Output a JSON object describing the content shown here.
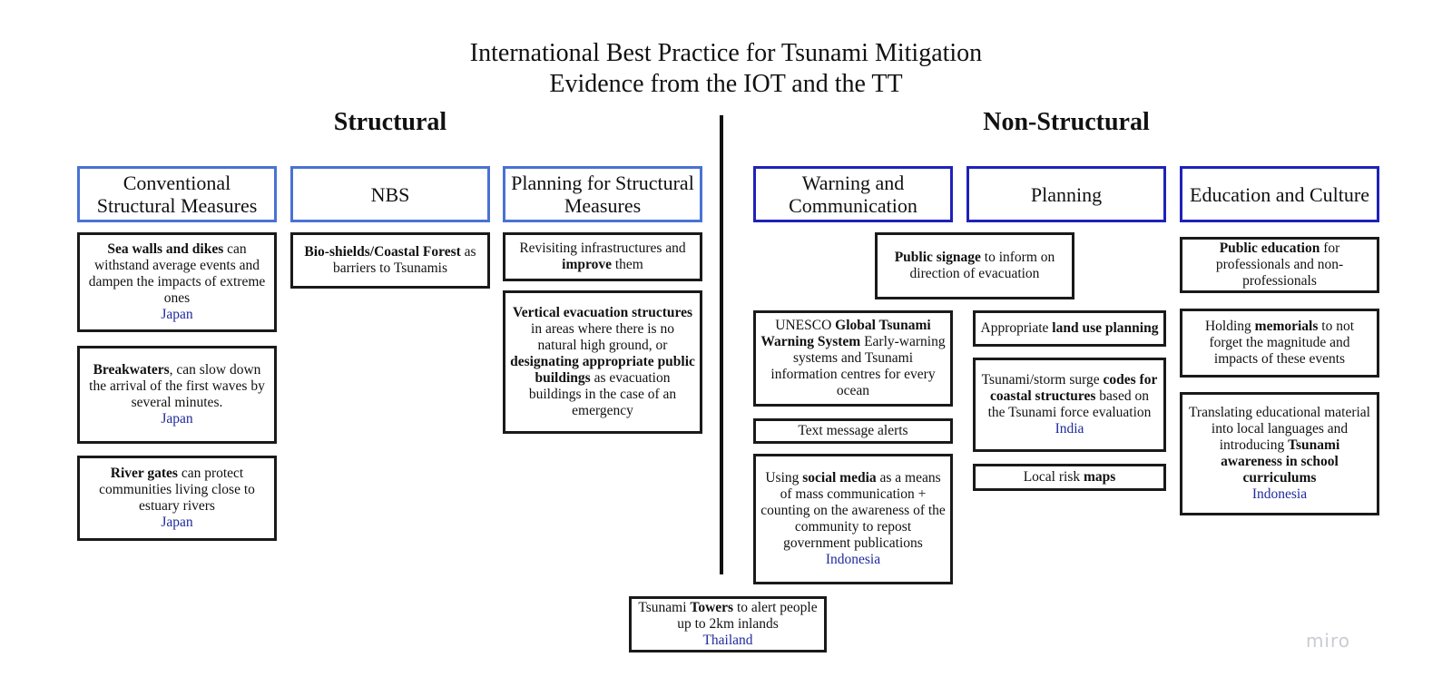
{
  "title": {
    "line1": "International Best Practice for Tsunami Mitigation",
    "line2": "Evidence from the IOT and the TT"
  },
  "structural": {
    "heading": "Structural",
    "categories": [
      {
        "label": "Conventional Structural Measures"
      },
      {
        "label": "NBS"
      },
      {
        "label": "Planning for Structural Measures"
      }
    ],
    "cards": [
      {
        "parts": [
          [
            "Sea walls and dikes",
            true
          ],
          [
            " can withstand average events and dampen the impacts of extreme ones",
            false
          ]
        ],
        "country": "Japan"
      },
      {
        "parts": [
          [
            "Breakwaters",
            true
          ],
          [
            ", can slow down the arrival of the first waves by several minutes.",
            false
          ]
        ],
        "country": "Japan"
      },
      {
        "parts": [
          [
            "River gates",
            true
          ],
          [
            " can protect communities living close to estuary rivers",
            false
          ]
        ],
        "country": "Japan"
      },
      {
        "parts": [
          [
            "Bio-shields/Coastal Forest",
            true
          ],
          [
            " as barriers to Tsunamis",
            false
          ]
        ],
        "country": ""
      },
      {
        "parts": [
          [
            "Revisiting infrastructures and ",
            false
          ],
          [
            "improve",
            true
          ],
          [
            " them",
            false
          ]
        ],
        "country": ""
      },
      {
        "parts": [
          [
            "Vertical evacuation structures",
            true
          ],
          [
            " in areas where there is no natural high ground, or ",
            false
          ],
          [
            "designating appropriate public buildings",
            true
          ],
          [
            " as evacuation buildings in the case of an emergency",
            false
          ]
        ],
        "country": ""
      }
    ]
  },
  "non_structural": {
    "heading": "Non-Structural",
    "categories": [
      {
        "label": "Warning and Communication"
      },
      {
        "label": "Planning"
      },
      {
        "label": "Education and Culture"
      }
    ],
    "cards": [
      {
        "parts": [
          [
            "Public signage",
            true
          ],
          [
            " to inform on direction of evacuation",
            false
          ]
        ],
        "country": ""
      },
      {
        "parts": [
          [
            "UNESCO ",
            false
          ],
          [
            "Global Tsunami Warning System",
            true
          ],
          [
            " Early-warning systems and Tsunami information centres for every ocean",
            false
          ]
        ],
        "country": ""
      },
      {
        "parts": [
          [
            "Text message alerts",
            false
          ]
        ],
        "country": ""
      },
      {
        "parts": [
          [
            "Using ",
            false
          ],
          [
            "social media",
            true
          ],
          [
            " as a means of mass communication + counting on the awareness of the community to repost government publications",
            false
          ]
        ],
        "country": "Indonesia"
      },
      {
        "parts": [
          [
            "Appropriate ",
            false
          ],
          [
            "land use planning",
            true
          ]
        ],
        "country": ""
      },
      {
        "parts": [
          [
            "Tsunami/storm surge ",
            false
          ],
          [
            "codes for coastal structures",
            true
          ],
          [
            " based on the Tsunami force evaluation",
            false
          ]
        ],
        "country": "India"
      },
      {
        "parts": [
          [
            "Local risk ",
            false
          ],
          [
            "maps",
            true
          ]
        ],
        "country": ""
      },
      {
        "parts": [
          [
            "Public education",
            true
          ],
          [
            " for professionals and non-professionals",
            false
          ]
        ],
        "country": ""
      },
      {
        "parts": [
          [
            "Holding ",
            false
          ],
          [
            "memorials",
            true
          ],
          [
            " to not forget the magnitude and impacts of these events",
            false
          ]
        ],
        "country": ""
      },
      {
        "parts": [
          [
            "Translating educational material into local languages and introducing ",
            false
          ],
          [
            "Tsunami awareness in school curriculums",
            true
          ]
        ],
        "country": "Indonesia"
      }
    ]
  },
  "bottom_card": {
    "parts": [
      [
        "Tsunami ",
        false
      ],
      [
        "Towers",
        true
      ],
      [
        " to alert people up to 2km inlands",
        false
      ]
    ],
    "country": "Thailand"
  },
  "watermark": "miro",
  "colors": {
    "structural_category_border": "#4a72d4",
    "non_structural_category_border": "#1f22b8",
    "card_border": "#1a1a1a",
    "country_text": "#1f2a9e"
  }
}
